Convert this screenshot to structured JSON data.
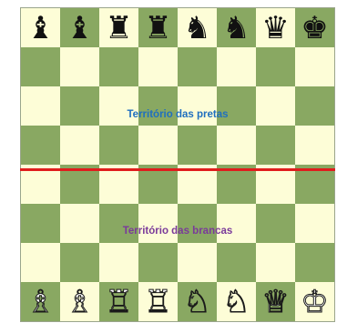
{
  "board": {
    "squares": [
      [
        "black-bishop",
        "black-bishop",
        "black-rook",
        "black-rook",
        "black-knight",
        "black-knight",
        "black-queen",
        "black-king"
      ],
      [
        "",
        "",
        "",
        "",
        "",
        "",
        "",
        ""
      ],
      [
        "",
        "",
        "",
        "",
        "",
        "",
        "",
        ""
      ],
      [
        "",
        "",
        "",
        "",
        "",
        "",
        "",
        ""
      ],
      [
        "",
        "",
        "",
        "",
        "",
        "",
        "",
        ""
      ],
      [
        "",
        "",
        "",
        "",
        "",
        "",
        "",
        ""
      ],
      [
        "",
        "",
        "",
        "",
        "",
        "",
        "",
        ""
      ],
      [
        "white-bishop",
        "white-bishop",
        "white-rook",
        "white-rook",
        "white-knight",
        "white-knight",
        "white-queen",
        "white-king"
      ]
    ],
    "colors": {
      "light": "#fdfdd7",
      "dark": "#89a862",
      "divider": "#e01d1d"
    }
  },
  "labels": {
    "black_territory": "Território das pretas",
    "white_territory": "Território das brancas"
  },
  "label_colors": {
    "black_territory": "#1f6fbf",
    "white_territory": "#7a3a9a"
  }
}
